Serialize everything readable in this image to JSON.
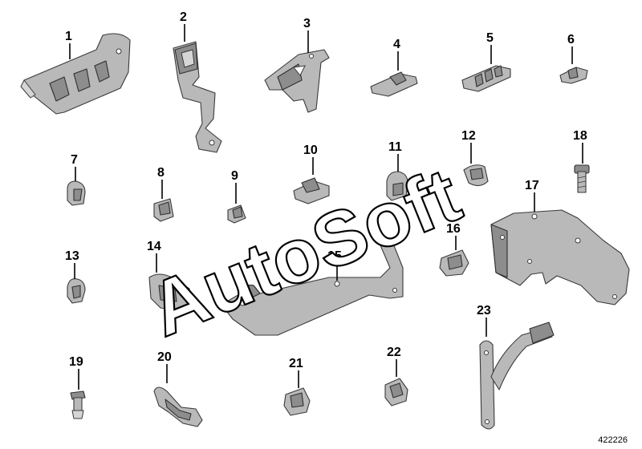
{
  "watermark": "AutoSoft",
  "document_number": "422226",
  "callouts": [
    "1",
    "2",
    "3",
    "4",
    "5",
    "6",
    "7",
    "8",
    "9",
    "10",
    "11",
    "12",
    "13",
    "14",
    "15",
    "16",
    "17",
    "18",
    "19",
    "20",
    "21",
    "22",
    "23"
  ]
}
